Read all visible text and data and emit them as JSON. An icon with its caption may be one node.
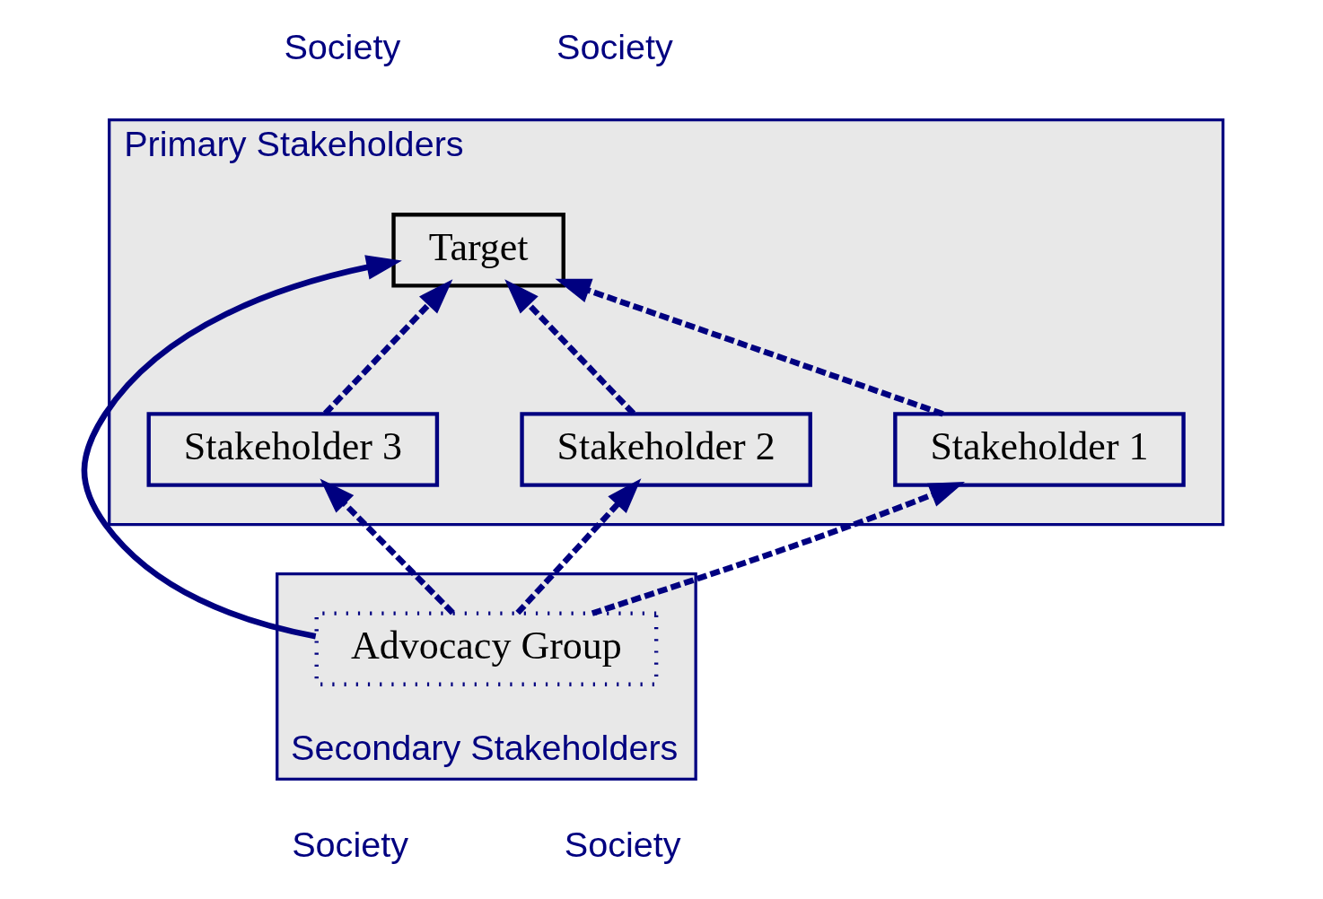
{
  "diagram": {
    "nodes": [
      {
        "text": [
          "Primary Stakeholders"
        ]
      },
      {
        "text": [
          "Target"
        ],
        "in": 0
      },
      {
        "text": [
          "Stakeholder 1"
        ],
        "in": 0
      },
      {
        "text": [
          "Stakeholder 2"
        ],
        "in": 0
      },
      {
        "text": [
          "Stakeholder 3"
        ],
        "in": 0
      },
      {
        "text": [
          "Secondary Stakeholders"
        ]
      },
      {
        "text": [
          "Advocacy Group"
        ],
        "in": 5
      }
    ],
    "edges": [
      {
        "from": 2,
        "to": 1,
        "arrow": "to",
        "style": "dashed"
      },
      {
        "from": 3,
        "to": 1,
        "arrow": "to",
        "style": "dashed"
      },
      {
        "from": 4,
        "to": 1,
        "arrow": "to",
        "style": "dashed"
      },
      {
        "from": 6,
        "to": 1,
        "arrow": "to"
      },
      {
        "from": 6,
        "to": 2,
        "arrow": "to",
        "style": "dashed"
      },
      {
        "from": 6,
        "to": 3,
        "arrow": "to",
        "style": "dashed"
      },
      {
        "from": 6,
        "to": 4,
        "arrow": "to",
        "style": "dashed"
      }
    ],
    "labels": [
      "Society",
      "Society",
      "Society",
      "Society"
    ]
  }
}
